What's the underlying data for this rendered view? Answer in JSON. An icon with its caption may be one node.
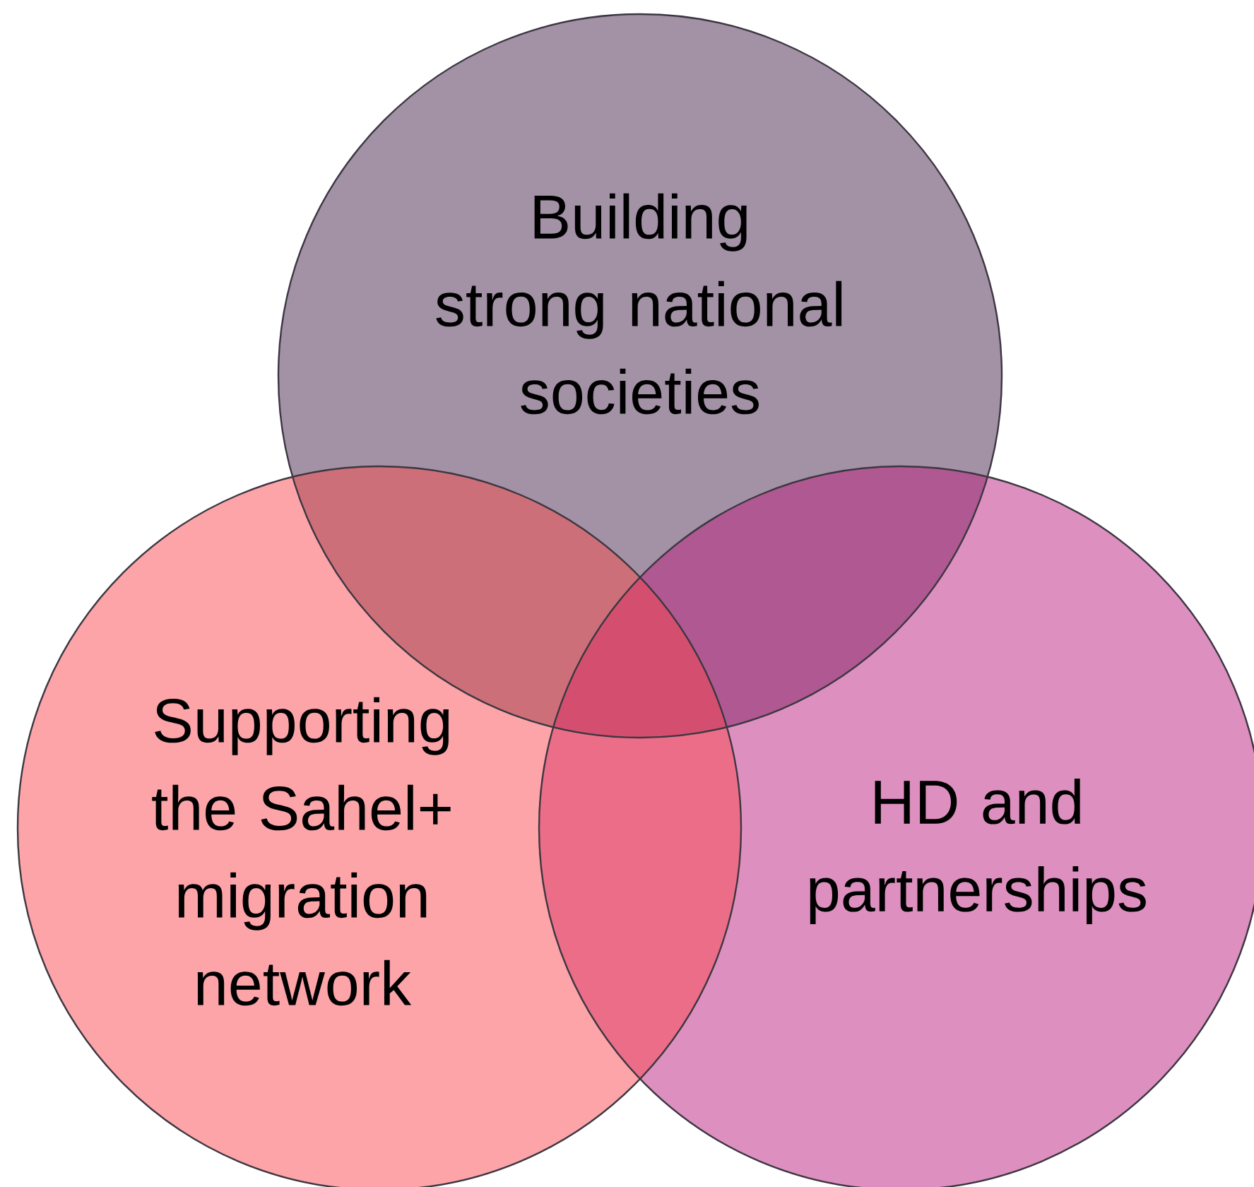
{
  "diagram": {
    "nodes": [
      {
        "text": [
          "Building strong national societies"
        ]
      },
      {
        "text": [
          "Supporting the Sahel+ migration network"
        ]
      },
      {
        "text": [
          "HD and partnerships"
        ]
      }
    ]
  }
}
